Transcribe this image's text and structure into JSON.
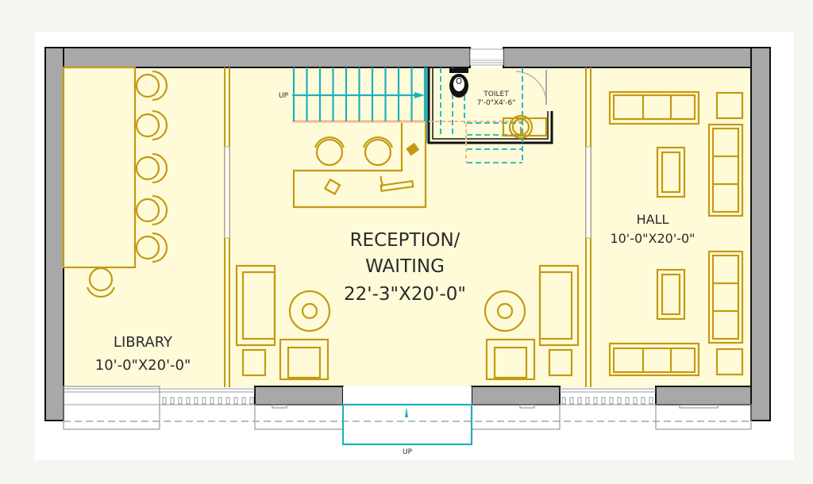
{
  "plan": {
    "stairs_label": "UP",
    "entry_label": "UP",
    "rooms": {
      "toilet": {
        "name": "TOILET",
        "size": "7'-0\"X4'-6\""
      },
      "reception": {
        "name_line1": "RECEPTION/",
        "name_line2": "WAITING",
        "size": "22'-3\"X20'-0\""
      },
      "hall": {
        "name": "HALL",
        "size": "10'-0\"X20'-0\""
      },
      "library": {
        "name": "LIBRARY",
        "size": "10'-0\"X20'-0\""
      }
    }
  },
  "colors": {
    "floor": "#fffbd9",
    "wall": "#a8a8a8",
    "furniture": "#c49a12",
    "stairs": "#1eb0bd"
  }
}
